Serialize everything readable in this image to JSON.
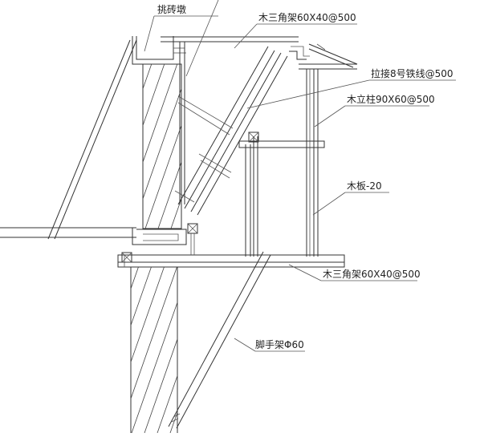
{
  "labels": {
    "brick_pier": "挑砖墩",
    "wood_truss_top": "木三角架60X40@500",
    "tie_wire": "拉接8号铁线@500",
    "wood_post": "木立柱90X60@500",
    "wood_board": "木板-20",
    "wood_truss_bottom": "木三角架60X40@500",
    "scaffold_tube": "脚手架Φ60"
  },
  "colors": {
    "line": "#333333",
    "text": "#222222",
    "background": "#ffffff"
  }
}
